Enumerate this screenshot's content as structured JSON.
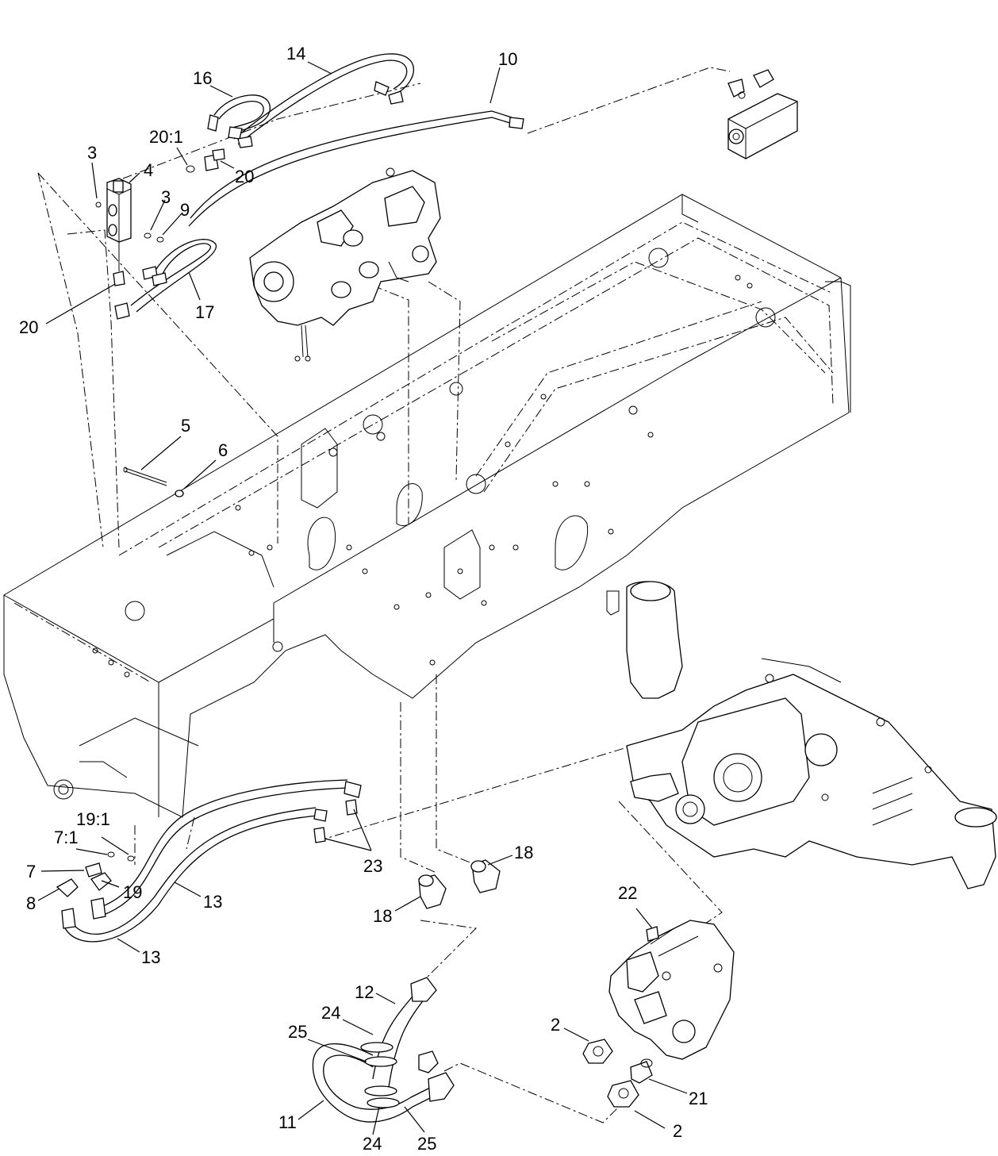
{
  "callouts": [
    {
      "id": "c14",
      "text": "14"
    },
    {
      "id": "c10",
      "text": "10"
    },
    {
      "id": "c16",
      "text": "16"
    },
    {
      "id": "c20_1",
      "text": "20:1"
    },
    {
      "id": "c3a",
      "text": "3"
    },
    {
      "id": "c4",
      "text": "4"
    },
    {
      "id": "c20a",
      "text": "20"
    },
    {
      "id": "c3b",
      "text": "3"
    },
    {
      "id": "c9",
      "text": "9"
    },
    {
      "id": "c17",
      "text": "17"
    },
    {
      "id": "c20b",
      "text": "20"
    },
    {
      "id": "c5",
      "text": "5"
    },
    {
      "id": "c6",
      "text": "6"
    },
    {
      "id": "c19_1",
      "text": "19:1"
    },
    {
      "id": "c7_1",
      "text": "7:1"
    },
    {
      "id": "c7",
      "text": "7"
    },
    {
      "id": "c8",
      "text": "8"
    },
    {
      "id": "c19",
      "text": "19"
    },
    {
      "id": "c13a",
      "text": "13"
    },
    {
      "id": "c13b",
      "text": "13"
    },
    {
      "id": "c23",
      "text": "23"
    },
    {
      "id": "c18a",
      "text": "18"
    },
    {
      "id": "c18b",
      "text": "18"
    },
    {
      "id": "c22",
      "text": "22"
    },
    {
      "id": "c12",
      "text": "12"
    },
    {
      "id": "c24a",
      "text": "24"
    },
    {
      "id": "c25a",
      "text": "25"
    },
    {
      "id": "c2a",
      "text": "2"
    },
    {
      "id": "c21",
      "text": "21"
    },
    {
      "id": "c2b",
      "text": "2"
    },
    {
      "id": "c11",
      "text": "11"
    },
    {
      "id": "c24b",
      "text": "24"
    },
    {
      "id": "c25b",
      "text": "25"
    }
  ]
}
